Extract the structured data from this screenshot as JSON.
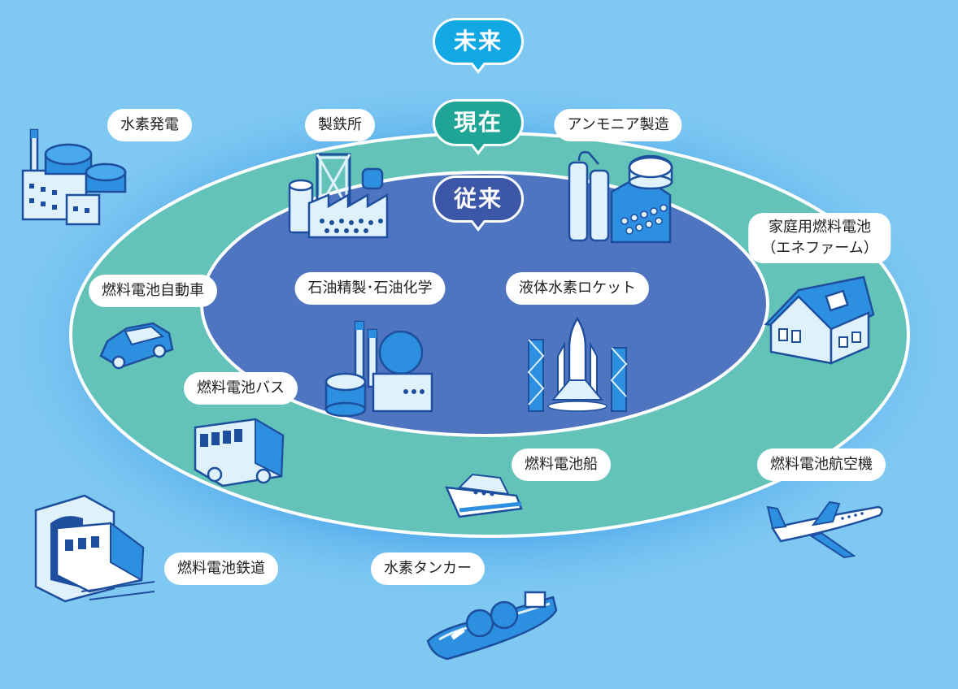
{
  "colors": {
    "background": "#7fc8f2",
    "outer_ring": "#63c3b8",
    "inner_ring": "#4f75c1",
    "future": "#11a8e4",
    "present": "#1fa596",
    "past": "#3c56a8",
    "illustration_fill": "#dff1fb",
    "illustration_accent": "#2d8fdf",
    "illustration_stroke": "#1d4f9e"
  },
  "eras": {
    "future": "未来",
    "present": "現在",
    "past": "従来"
  },
  "labels": {
    "hydrogen_power": "水素発電",
    "steelworks": "製鉄所",
    "ammonia": "アンモニア製造",
    "home_fuel_cell_line1": "家庭用燃料電池",
    "home_fuel_cell_line2": "（エネファーム）",
    "fc_vehicle": "燃料電池自動車",
    "oil_refining": "石油精製･石油化学",
    "liquid_h2_rocket": "液体水素ロケット",
    "fc_bus": "燃料電池バス",
    "fc_ship": "燃料電池船",
    "fc_aircraft": "燃料電池航空機",
    "fc_railway": "燃料電池鉄道",
    "h2_tanker": "水素タンカー"
  },
  "icons": [
    "hydrogen-power-plant-icon",
    "steelworks-icon",
    "ammonia-plant-icon",
    "house-icon",
    "car-icon",
    "refinery-icon",
    "rocket-icon",
    "bus-icon",
    "ship-icon",
    "airplane-icon",
    "train-icon",
    "tanker-icon"
  ]
}
